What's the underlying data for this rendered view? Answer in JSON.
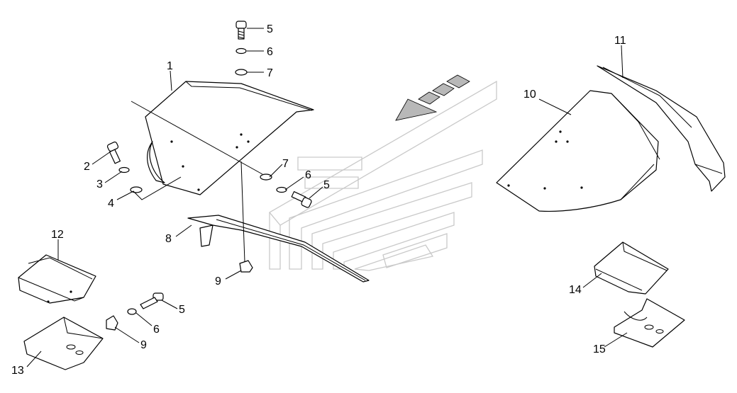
{
  "callouts": [
    {
      "id": "c1",
      "text": "1"
    },
    {
      "id": "c2",
      "text": "2"
    },
    {
      "id": "c3",
      "text": "3"
    },
    {
      "id": "c4",
      "text": "4"
    },
    {
      "id": "c5a",
      "text": "5"
    },
    {
      "id": "c6a",
      "text": "6"
    },
    {
      "id": "c7a",
      "text": "7"
    },
    {
      "id": "c7b",
      "text": "7"
    },
    {
      "id": "c6b",
      "text": "6"
    },
    {
      "id": "c5b",
      "text": "5"
    },
    {
      "id": "c8",
      "text": "8"
    },
    {
      "id": "c9a",
      "text": "9"
    },
    {
      "id": "c10",
      "text": "10"
    },
    {
      "id": "c11",
      "text": "11"
    },
    {
      "id": "c12",
      "text": "12"
    },
    {
      "id": "c13",
      "text": "13"
    },
    {
      "id": "c5c",
      "text": "5"
    },
    {
      "id": "c6c",
      "text": "6"
    },
    {
      "id": "c9b",
      "text": "9"
    },
    {
      "id": "c14",
      "text": "14"
    },
    {
      "id": "c15",
      "text": "15"
    }
  ],
  "colors": {
    "line": "#000000",
    "watermark": "#c9c9c9",
    "background": "#ffffff"
  }
}
